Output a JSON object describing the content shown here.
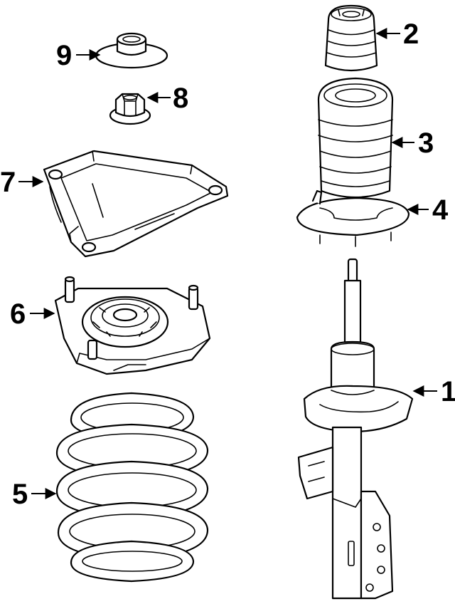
{
  "diagram": {
    "colors": {
      "line": "#000000",
      "background": "#ffffff"
    },
    "callouts": [
      {
        "id": "1",
        "label": "1",
        "part": "strut-assembly"
      },
      {
        "id": "2",
        "label": "2",
        "part": "bump-stop"
      },
      {
        "id": "3",
        "label": "3",
        "part": "dust-boot"
      },
      {
        "id": "4",
        "label": "4",
        "part": "lower-spring-seat"
      },
      {
        "id": "5",
        "label": "5",
        "part": "coil-spring"
      },
      {
        "id": "6",
        "label": "6",
        "part": "strut-mount"
      },
      {
        "id": "7",
        "label": "7",
        "part": "mount-plate"
      },
      {
        "id": "8",
        "label": "8",
        "part": "flange-nut"
      },
      {
        "id": "9",
        "label": "9",
        "part": "upper-insulator"
      }
    ]
  }
}
